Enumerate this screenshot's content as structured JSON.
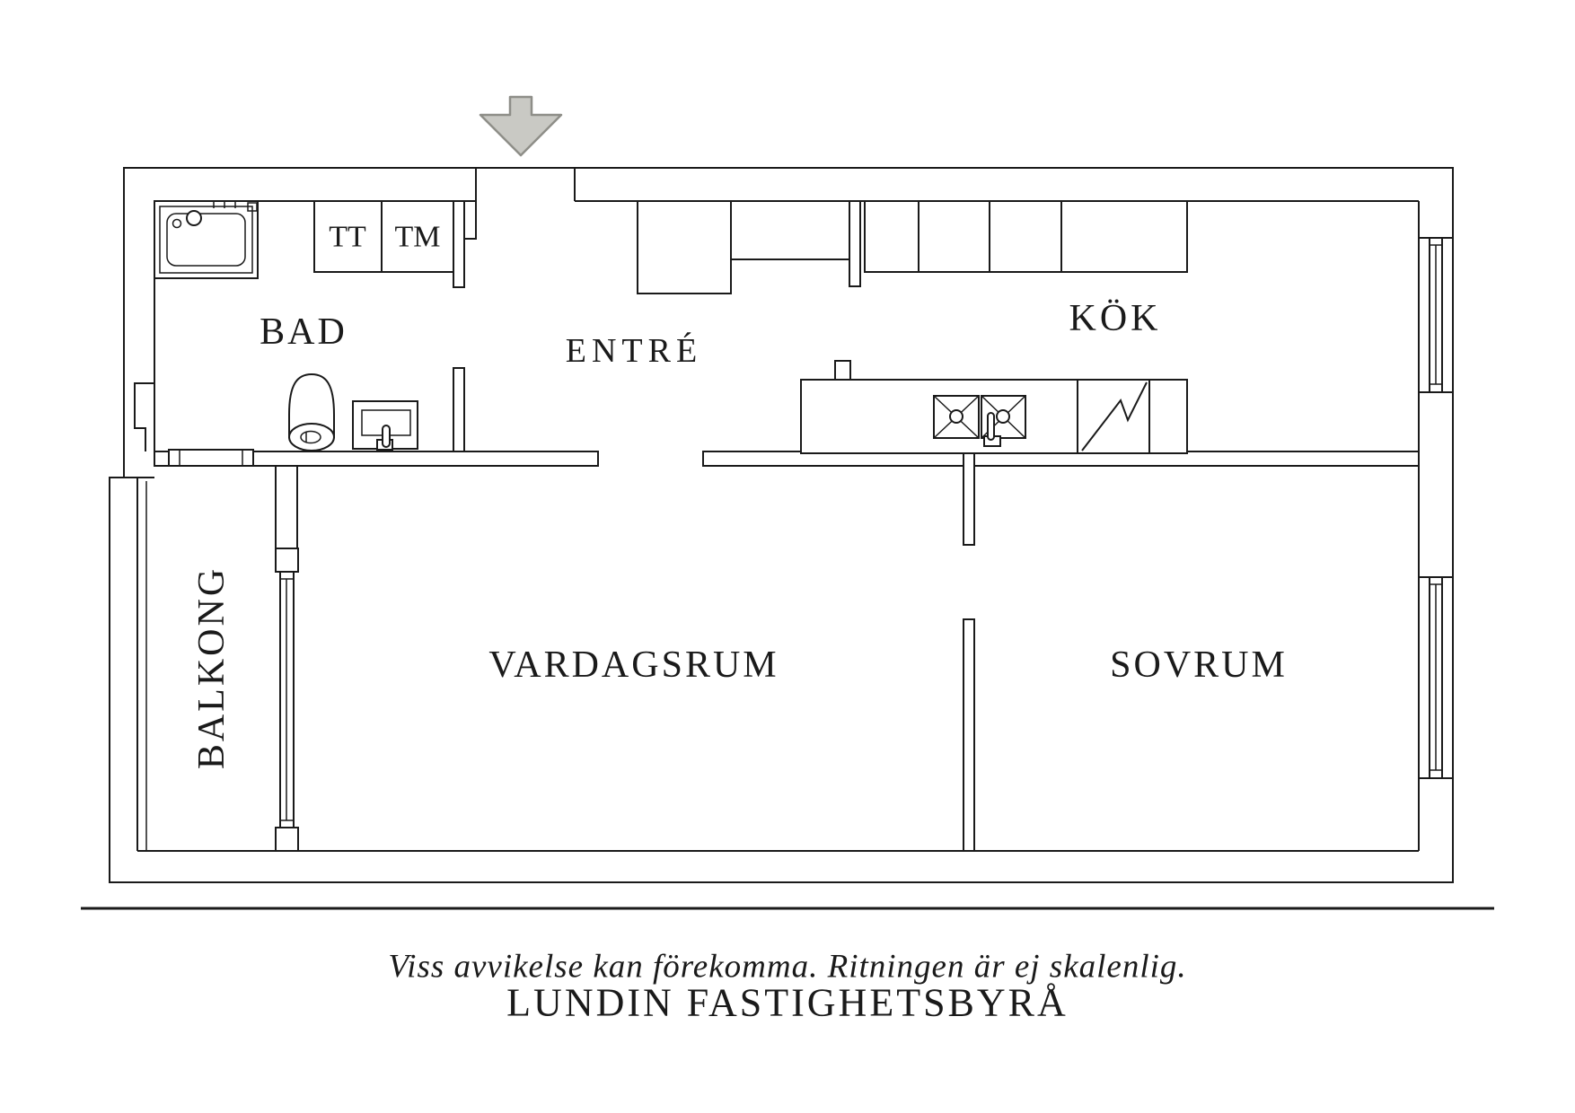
{
  "plan": {
    "rooms": [
      {
        "id": "bad",
        "label": "BAD"
      },
      {
        "id": "entre",
        "label": "ENTRÉ"
      },
      {
        "id": "kok",
        "label": "KÖK"
      },
      {
        "id": "vardagsrum",
        "label": "VARDAGSRUM"
      },
      {
        "id": "sovrum",
        "label": "SOVRUM"
      },
      {
        "id": "balkong",
        "label": "BALKONG"
      }
    ],
    "closets": [
      {
        "id": "tt",
        "label": "TT"
      },
      {
        "id": "tm",
        "label": "TM"
      }
    ],
    "entrance_arrow": "down-arrow"
  },
  "footer": {
    "disclaimer": "Viss avvikelse kan förekomma. Ritningen är ej skalenlig.",
    "brand": "LUNDIN FASTIGHETSBYRÅ"
  },
  "colors": {
    "background": "#ffffff",
    "line": "#1a1a1a",
    "arrow_fill": "#c9c9c4",
    "arrow_stroke": "#8e8e88"
  }
}
